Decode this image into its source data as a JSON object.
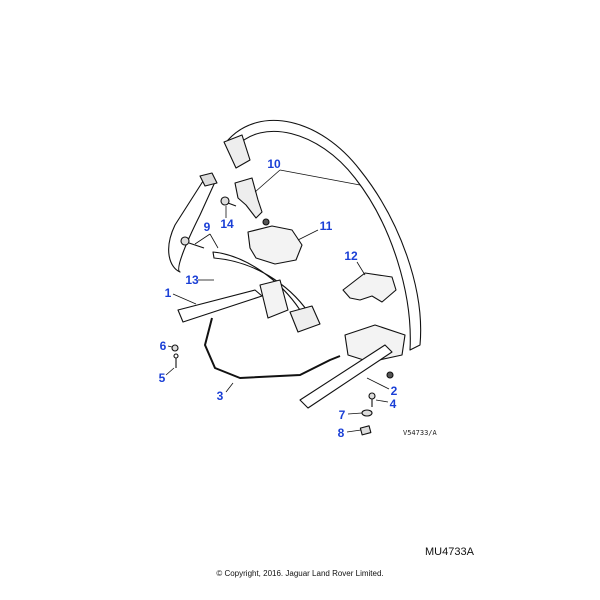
{
  "diagram": {
    "callouts": [
      "1",
      "2",
      "3",
      "4",
      "5",
      "6",
      "7",
      "8",
      "9",
      "10",
      "11",
      "12",
      "13",
      "14"
    ],
    "illustration_ref": "V54733/A",
    "diagram_code": "MU4733A",
    "copyright": "© Copyright, 2016. Jaguar Land Rover Limited."
  }
}
